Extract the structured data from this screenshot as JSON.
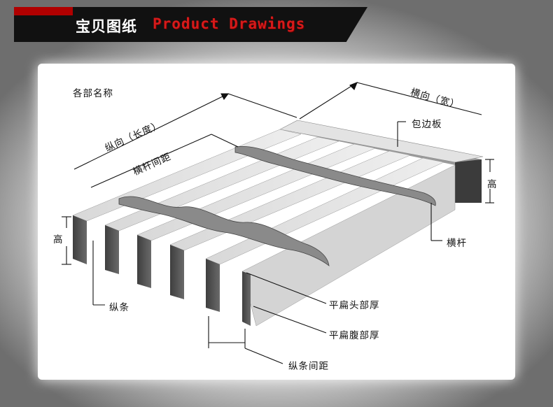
{
  "header": {
    "title_cn": "宝贝图纸",
    "title_en": "Product Drawings"
  },
  "diagram": {
    "section_title": "各部名称",
    "labels": {
      "longitudinal": "纵向（长度）",
      "crossbar_spacing": "横杆间距",
      "transverse": "横向（宽）",
      "edge_plate": "包边板",
      "height_right": "高",
      "height_left": "高",
      "crossbar": "横杆",
      "bearing_bar": "纵条",
      "flat_head_thickness": "平扁头部厚",
      "flat_belly_thickness": "平扁腹部厚",
      "bar_spacing": "纵条间距"
    }
  }
}
